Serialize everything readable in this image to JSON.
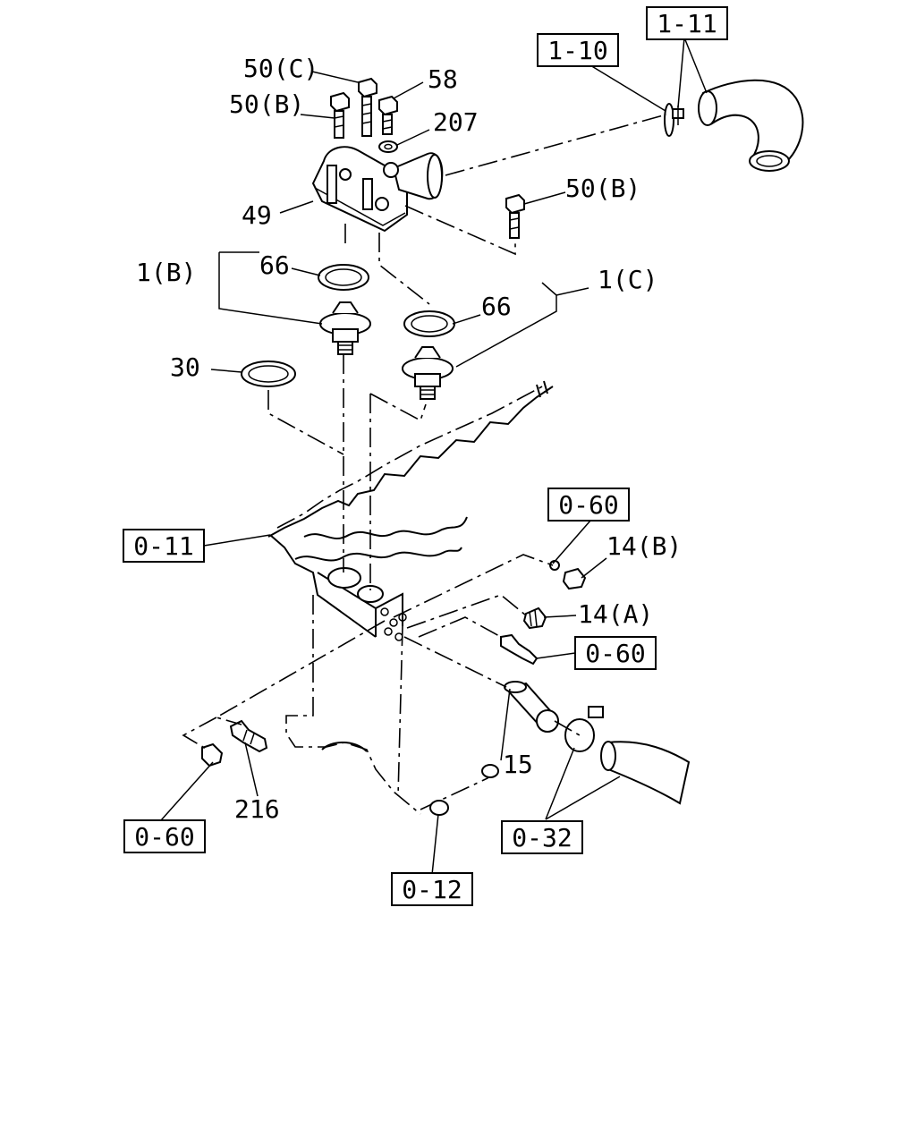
{
  "labels": {
    "l_50c": "50(C)",
    "l_58": "58",
    "l_50b_top": "50(B)",
    "l_207": "207",
    "l_49": "49",
    "l_50b_right": "50(B)",
    "l_1b": "1(B)",
    "l_66_left": "66",
    "l_66_right": "66",
    "l_1c": "1(C)",
    "l_30": "30",
    "l_14b": "14(B)",
    "l_14a": "14(A)",
    "l_15": "15",
    "l_216": "216"
  },
  "boxed_refs": {
    "b_1_10": "1-10",
    "b_1_11": "1-11",
    "b_0_11": "0-11",
    "b_0_60_top": "0-60",
    "b_0_60_mid": "0-60",
    "b_0_60_left": "0-60",
    "b_0_32": "0-32",
    "b_0_12": "0-12"
  }
}
